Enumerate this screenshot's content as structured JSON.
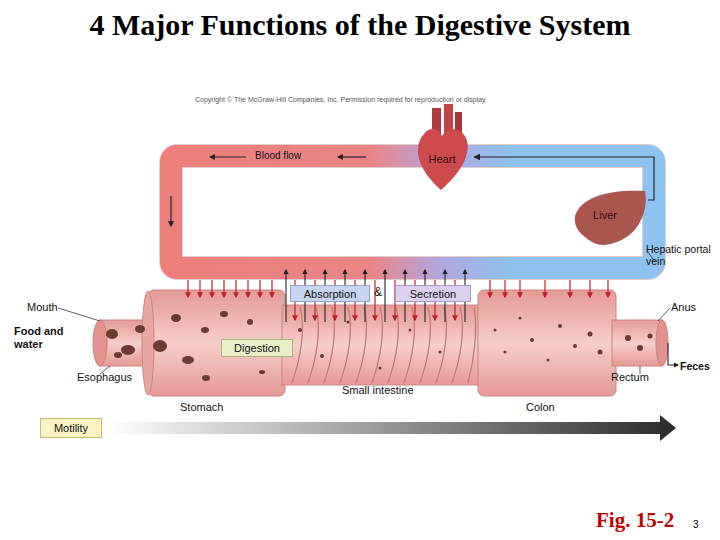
{
  "diagram": {
    "title": "4 Major Functions of the Digestive System",
    "caption": "Fig. 15-2",
    "nodes": [
      {
        "text": [
          "Heart"
        ]
      },
      {
        "text": [
          "Liver"
        ]
      },
      {
        "text": [
          "Absorption"
        ]
      },
      {
        "text": [
          "Secretion"
        ]
      },
      {
        "text": [
          "Digestion"
        ]
      },
      {
        "text": [
          "Motility"
        ]
      }
    ],
    "edges": [
      {
        "from": 1,
        "to": 0,
        "arrow": "to"
      }
    ],
    "labels": [
      "Copyright © The McGraw-Hill Companies, Inc. Permission required for reproduction or display.",
      "Blood flow",
      "Hepatic portal vein",
      "Mouth",
      "Food and water",
      "Esophagus",
      "Stomach",
      "Small intestine",
      "Colon",
      "Rectum",
      "Anus",
      "Feces",
      "&",
      "3"
    ]
  }
}
